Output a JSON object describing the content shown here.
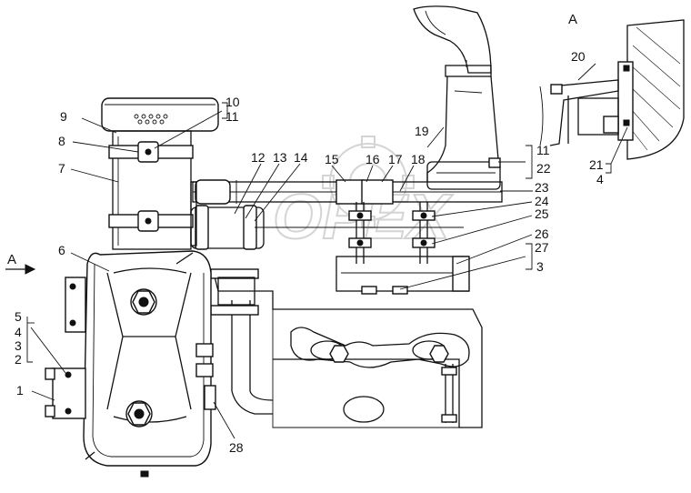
{
  "diagram": {
    "view_label_main": "A",
    "view_label_detail": "A",
    "watermark": "OPEX",
    "callouts": {
      "n1": "1",
      "n2": "2",
      "n3": "3",
      "n4": "4",
      "n5": "5",
      "n6": "6",
      "n7": "7",
      "n8": "8",
      "n9": "9",
      "n10": "10",
      "n11": "11",
      "n11b": "11",
      "n12": "12",
      "n13": "13",
      "n14": "14",
      "n15": "15",
      "n16": "16",
      "n17": "17",
      "n18": "18",
      "n19": "19",
      "n20": "20",
      "n21": "21",
      "n22": "22",
      "n23": "23",
      "n24": "24",
      "n25": "25",
      "n26": "26",
      "n27": "27",
      "n3b": "3",
      "n4b": "4",
      "n28": "28"
    }
  }
}
